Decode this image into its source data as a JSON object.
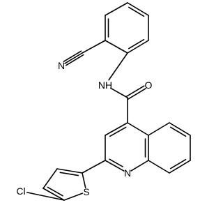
{
  "structure": {
    "atoms": [
      {
        "id": "N1",
        "label": "N"
      },
      {
        "id": "NH",
        "label": "NH"
      },
      {
        "id": "O",
        "label": "O"
      },
      {
        "id": "S",
        "label": "S"
      },
      {
        "id": "Cl",
        "label": "Cl"
      },
      {
        "id": "Nq",
        "label": "N"
      }
    ]
  }
}
